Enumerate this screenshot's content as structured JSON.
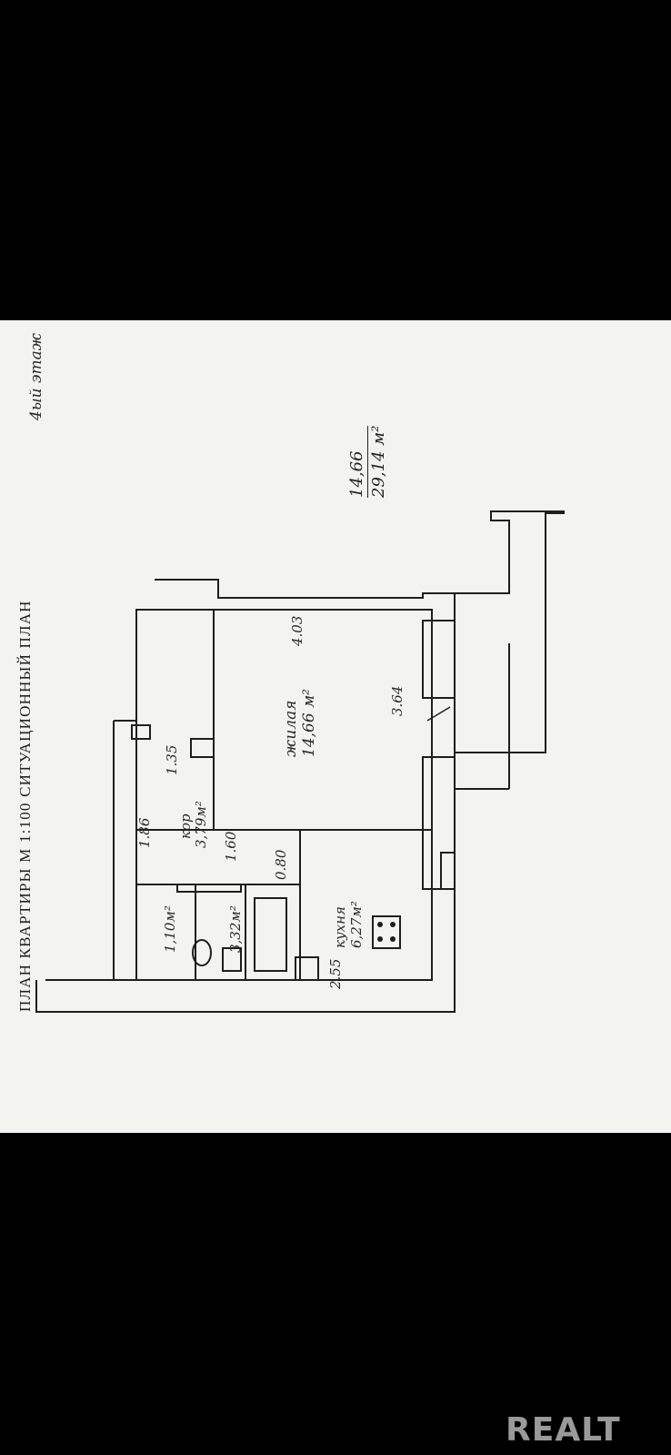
{
  "header": {
    "title": "ПЛАН  КВАРТИРЫ М 1:100  СИТУАЦИОННЫЙ  ПЛАН",
    "floor_note": "4ый этаж"
  },
  "totals": {
    "living_area": "14,66",
    "total_area": "29,14",
    "unit": "м²"
  },
  "rooms": {
    "living": {
      "name": "жилая",
      "area": "14,66 м²"
    },
    "kitchen": {
      "name": "кухня",
      "area": "6,27м²"
    },
    "corridor": {
      "name": "кор",
      "area": "3,79м²"
    },
    "bathroom": {
      "area": "3,32м²"
    },
    "toilet": {
      "area": "1,10м²"
    }
  },
  "dimensions": {
    "living_width": "4.03",
    "living_depth": "3.64",
    "corridor_len": "1.86",
    "corridor_w": "1.35",
    "partition": "1.60",
    "bath_w": "0.80",
    "kitchen_len": "2.55"
  },
  "watermark": "REALT"
}
